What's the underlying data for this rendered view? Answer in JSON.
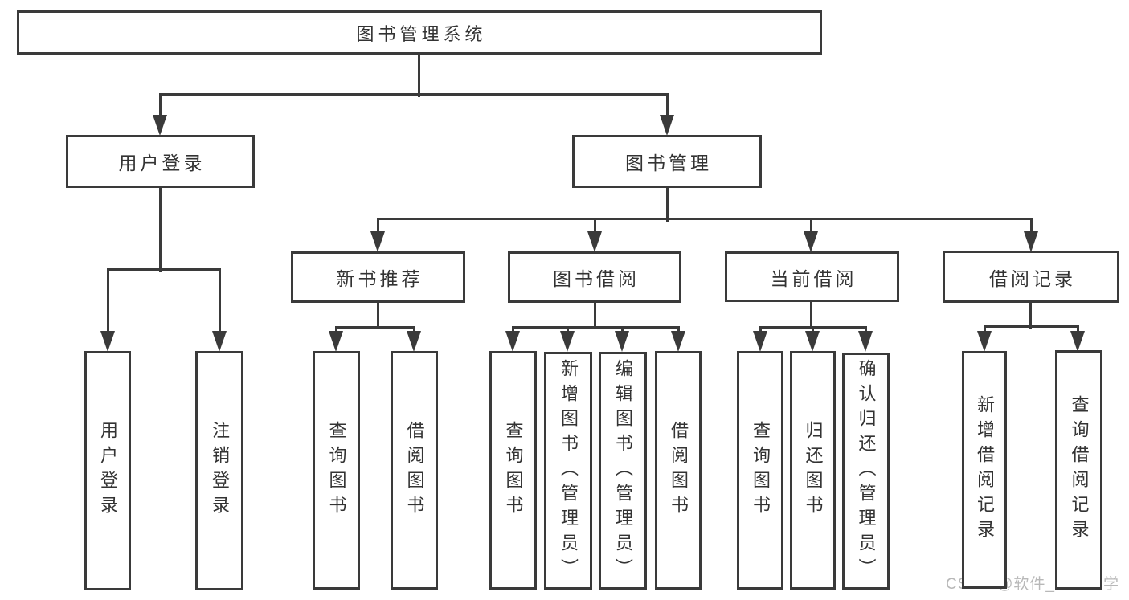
{
  "diagram": {
    "type": "hierarchy-tree",
    "title": "图书管理系统",
    "nodes": [
      {
        "id": "root",
        "label": "图书管理系统",
        "parent": null
      },
      {
        "id": "login",
        "label": "用户登录",
        "parent": "root"
      },
      {
        "id": "mgmt",
        "label": "图书管理",
        "parent": "root"
      },
      {
        "id": "login-user",
        "label": "用户登录",
        "parent": "login"
      },
      {
        "id": "login-out",
        "label": "注销登录",
        "parent": "login"
      },
      {
        "id": "new-book",
        "label": "新书推荐",
        "parent": "mgmt"
      },
      {
        "id": "borrow",
        "label": "图书借阅",
        "parent": "mgmt"
      },
      {
        "id": "current",
        "label": "当前借阅",
        "parent": "mgmt"
      },
      {
        "id": "records",
        "label": "借阅记录",
        "parent": "mgmt"
      },
      {
        "id": "nb-query",
        "label": "查询图书",
        "parent": "new-book"
      },
      {
        "id": "nb-borrow",
        "label": "借阅图书",
        "parent": "new-book"
      },
      {
        "id": "bw-query",
        "label": "查询图书",
        "parent": "borrow"
      },
      {
        "id": "bw-add",
        "label": "新增图书（管理员）",
        "parent": "borrow"
      },
      {
        "id": "bw-edit",
        "label": "编辑图书（管理员）",
        "parent": "borrow"
      },
      {
        "id": "bw-borrow",
        "label": "借阅图书",
        "parent": "borrow"
      },
      {
        "id": "cur-query",
        "label": "查询图书",
        "parent": "current"
      },
      {
        "id": "cur-return",
        "label": "归还图书",
        "parent": "current"
      },
      {
        "id": "cur-confirm",
        "label": "确认归还（管理员）",
        "parent": "current"
      },
      {
        "id": "rec-add",
        "label": "新增借阅记录",
        "parent": "records"
      },
      {
        "id": "rec-query",
        "label": "查询借阅记录",
        "parent": "records"
      }
    ]
  },
  "watermark": {
    "text": "CSDN @软件_小贺同学"
  },
  "colors": {
    "line": "#3a3a3a",
    "text": "#333333",
    "background": "#ffffff",
    "watermark": "#b8b8b8"
  }
}
